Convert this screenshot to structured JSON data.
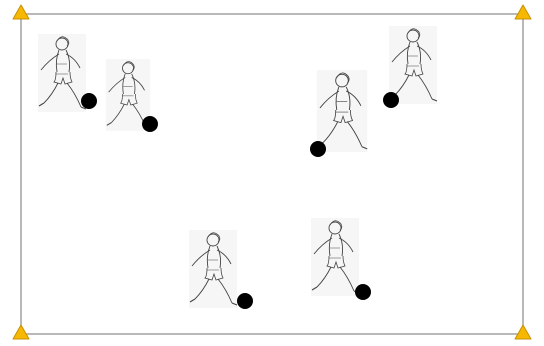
{
  "field": {
    "line_color": "#888888",
    "background": "#ffffff"
  },
  "cones": {
    "count": 4,
    "fill": "#f6b800",
    "stroke": "#c98f00",
    "icon": "cone-icon"
  },
  "players": {
    "count": 6,
    "icon": "soccer-player-icon",
    "line_color": "#444444",
    "shadow_color": "#eeeeee"
  },
  "balls": {
    "count": 6,
    "fill": "#000000",
    "icon": "ball-icon"
  }
}
